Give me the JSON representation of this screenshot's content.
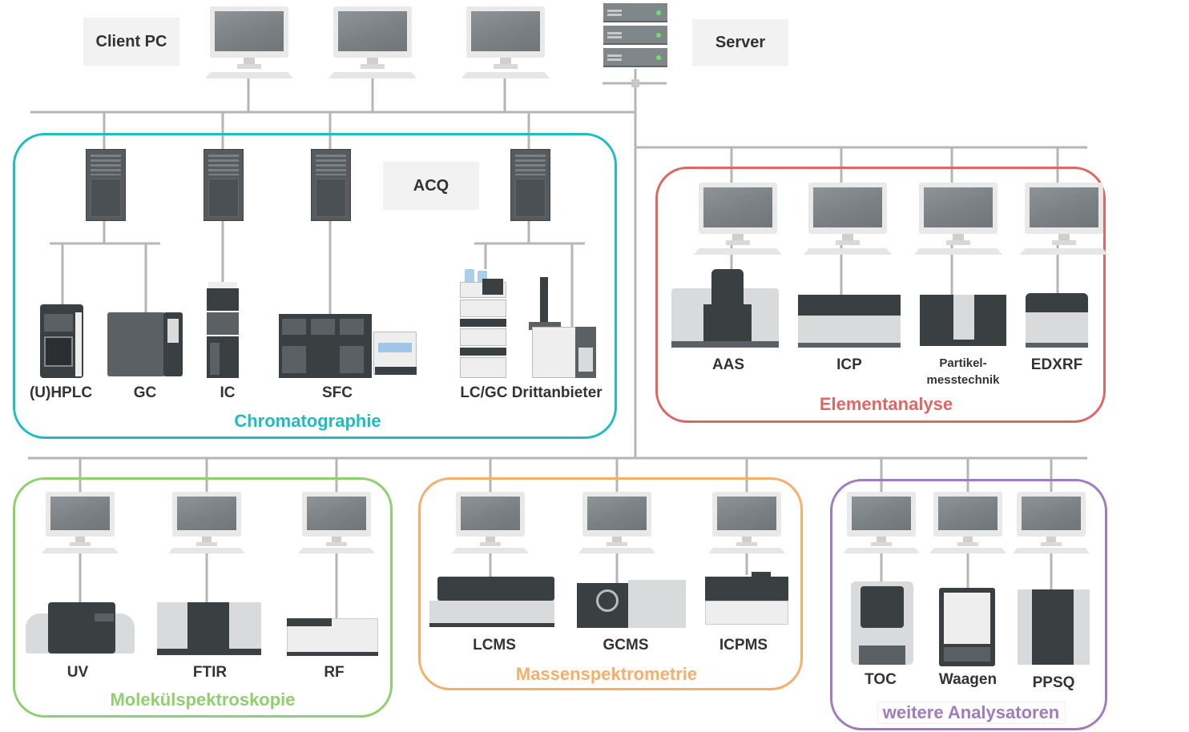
{
  "labels": {
    "client_pc": "Client PC",
    "server": "Server",
    "acq": "ACQ"
  },
  "groups": {
    "chromatographie": {
      "title": "Chromatographie",
      "color": "#1fbcc0",
      "instruments": [
        "(U)HPLC",
        "GC",
        "IC",
        "SFC",
        "LC/GC Drittanbieter"
      ]
    },
    "elementanalyse": {
      "title": "Elementanalyse",
      "color": "#e06666",
      "instruments": [
        "AAS",
        "ICP",
        "Partikel-",
        "messtechnik",
        "EDXRF"
      ]
    },
    "molekuelspektroskopie": {
      "title": "Molekülspektroskopie",
      "color": "#8fcf6e",
      "instruments": [
        "UV",
        "FTIR",
        "RF"
      ]
    },
    "massenspektrometrie": {
      "title": "Massenspektrometrie",
      "color": "#f6ae6b",
      "instruments": [
        "LCMS",
        "GCMS",
        "ICPMS"
      ]
    },
    "weitere": {
      "title": "weitere Analysatoren",
      "color": "#a07cbe",
      "instruments": [
        "TOC",
        "Waagen",
        "PPSQ"
      ]
    }
  },
  "colors": {
    "wire": "#b5b5b5",
    "label_box": "#f2f2f2"
  }
}
